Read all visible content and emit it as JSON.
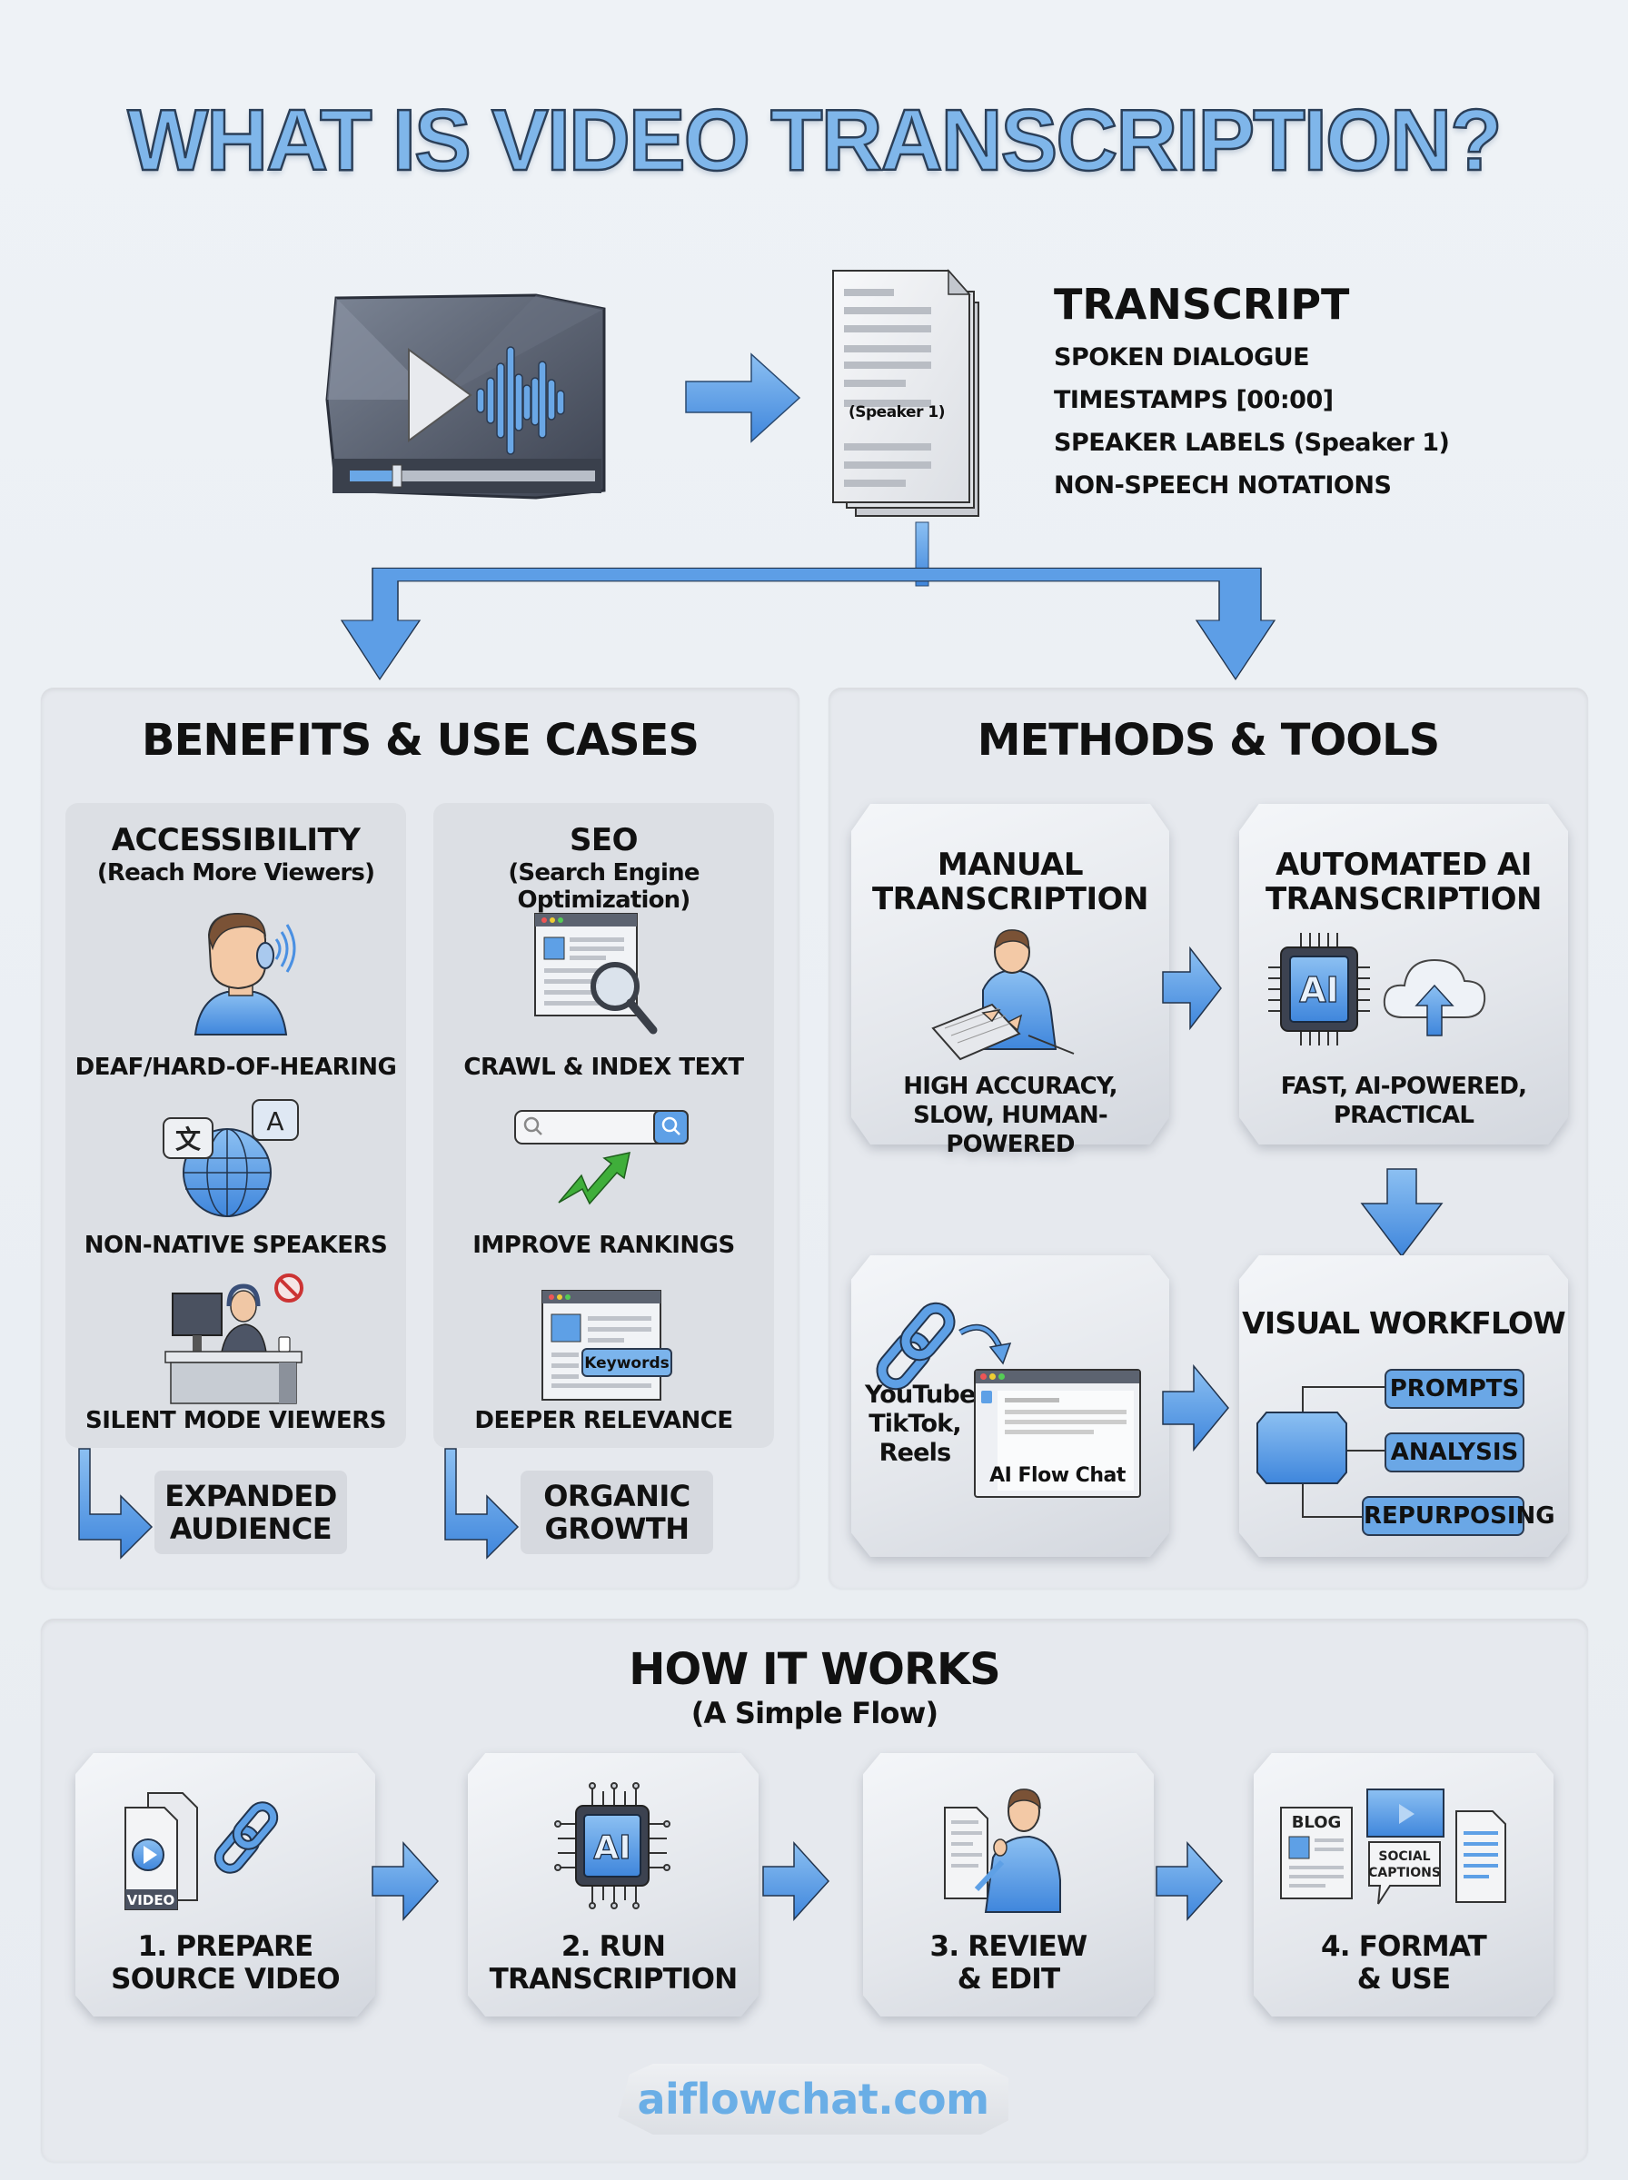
{
  "title": "WHAT IS VIDEO TRANSCRIPTION?",
  "hero": {
    "video_icon": "video-play-soundwave-icon",
    "arrow_icon": "arrow-right-icon",
    "document_icon": "transcript-document-icon",
    "document_label": "(Speaker 1)",
    "transcript": {
      "heading": "TRANSCRIPT",
      "items": [
        "SPOKEN DIALOGUE",
        "TIMESTAMPS [00:00]",
        "SPEAKER LABELS (Speaker 1)",
        "NON-SPEECH NOTATIONS"
      ]
    }
  },
  "benefits": {
    "title": "BENEFITS & USE CASES",
    "columns": [
      {
        "heading": "ACCESSIBILITY",
        "subheading": "(Reach More Viewers)",
        "items": [
          {
            "icon": "person-hearing-aid-icon",
            "label": "DEAF/HARD-OF-HEARING"
          },
          {
            "icon": "globe-translate-icon",
            "label": "NON-NATIVE SPEAKERS",
            "glyphs": [
              "文",
              "A"
            ]
          },
          {
            "icon": "muted-office-worker-icon",
            "label": "SILENT MODE VIEWERS"
          }
        ],
        "outcome": [
          "EXPANDED",
          "AUDIENCE"
        ]
      },
      {
        "heading": "SEO",
        "subheading": "(Search Engine Optimization)",
        "items": [
          {
            "icon": "webpage-magnifier-icon",
            "label": "CRAWL & INDEX TEXT"
          },
          {
            "icon": "search-bar-trend-up-icon",
            "label": "IMPROVE RANKINGS"
          },
          {
            "icon": "webpage-keywords-icon",
            "label": "DEEPER RELEVANCE",
            "tag": "Keywords"
          }
        ],
        "outcome": [
          "ORGANIC",
          "GROWTH"
        ]
      }
    ]
  },
  "methods": {
    "title": "METHODS & TOOLS",
    "manual": {
      "heading": [
        "MANUAL",
        "TRANSCRIPTION"
      ],
      "icon": "person-typing-keyboard-icon",
      "desc": [
        "HIGH ACCURACY,",
        "SLOW, HUMAN-POWERED"
      ]
    },
    "automated": {
      "heading": [
        "AUTOMATED AI",
        "TRANSCRIPTION"
      ],
      "icon": "ai-chip-cloud-upload-icon",
      "chip_label": "AI",
      "desc": [
        "FAST, AI-POWERED,",
        "PRACTICAL"
      ]
    },
    "sources": {
      "icon": "link-chain-icon",
      "platforms": [
        "YouTube,",
        "TikTok,",
        "Reels"
      ],
      "app_label": "AI Flow Chat"
    },
    "workflow": {
      "heading": "VISUAL WORKFLOW",
      "branches": [
        "PROMPTS",
        "ANALYSIS",
        "REPURPOSING"
      ]
    }
  },
  "how_it_works": {
    "title": "HOW IT WORKS",
    "subtitle": "(A Simple Flow)",
    "steps": [
      {
        "icon": "video-file-link-icon",
        "file_label": "VIDEO",
        "label": [
          "1. PREPARE",
          "SOURCE VIDEO"
        ]
      },
      {
        "icon": "ai-chip-icon",
        "chip_label": "AI",
        "label": [
          "2. RUN",
          "TRANSCRIPTION"
        ]
      },
      {
        "icon": "person-reviewing-document-icon",
        "label": [
          "3. REVIEW",
          "& EDIT"
        ]
      },
      {
        "icon": "blog-social-captions-icon",
        "blog_label": "BLOG",
        "social_label": [
          "SOCIAL",
          "CAPTIONS"
        ],
        "label": [
          "4. FORMAT",
          "& USE"
        ]
      }
    ]
  },
  "footer": {
    "site": "aiflowchat.com"
  },
  "colors": {
    "accent_blue": "#4a90e2",
    "light_blue": "#7fb6ea",
    "pill_blue": "#6aa7e6",
    "dark_outline": "#2b3a50",
    "panel_bg": "#e6e9ee",
    "page_bg": "#eef2f6",
    "footer_text": "#6aaee6",
    "trend_green": "#3fae3a"
  }
}
